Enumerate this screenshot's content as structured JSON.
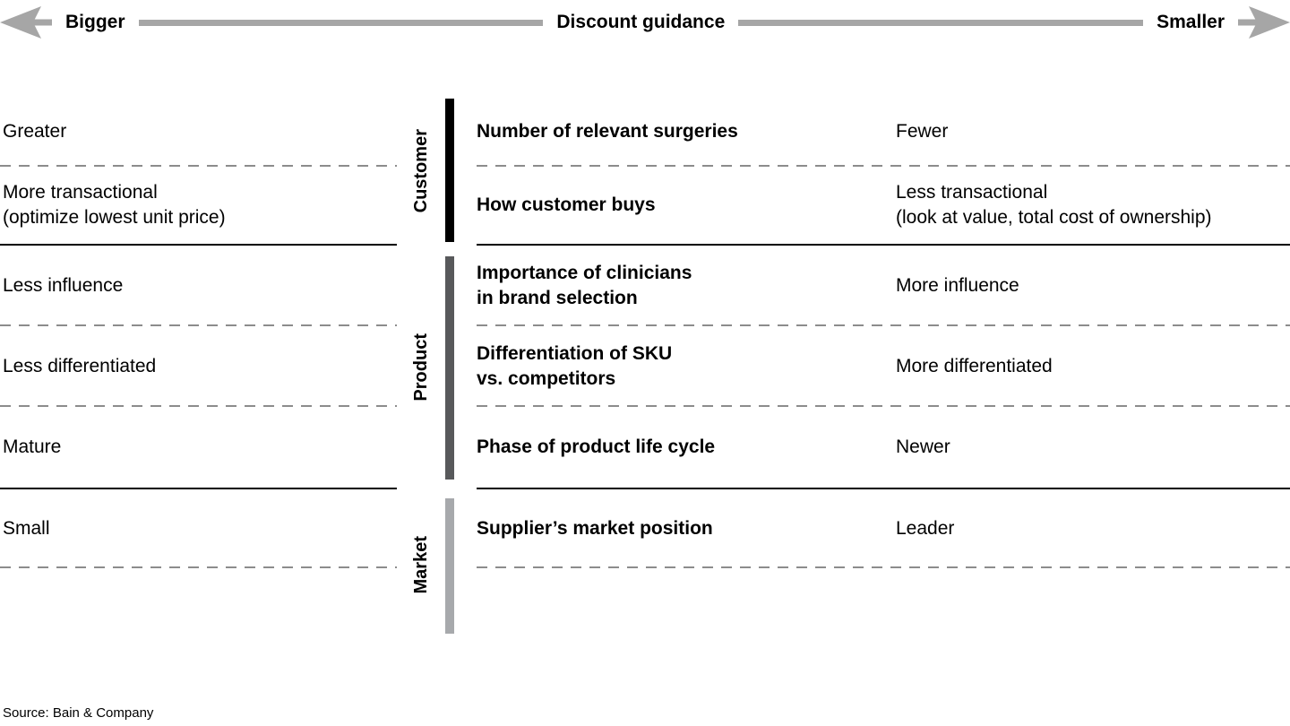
{
  "header": {
    "left_label": "Bigger",
    "center_label": "Discount guidance",
    "right_label": "Smaller",
    "line_color": "#a6a6a6"
  },
  "sections": [
    {
      "label": "Customer",
      "bar_color": "#000000",
      "rows": [
        {
          "left": "Greater",
          "criterion": "Number of relevant surgeries",
          "right": "Fewer"
        },
        {
          "left": "More transactional\n(optimize lowest unit price)",
          "criterion": "How customer buys",
          "right": "Less transactional\n(look at value, total cost of ownership)"
        }
      ]
    },
    {
      "label": "Product",
      "bar_color": "#58595b",
      "rows": [
        {
          "left": "Less influence",
          "criterion": "Importance of clinicians\nin brand selection",
          "right": "More influence"
        },
        {
          "left": "Less differentiated",
          "criterion": "Differentiation of SKU\nvs. competitors",
          "right": "More differentiated"
        },
        {
          "left": "Mature",
          "criterion": "Phase of product life cycle",
          "right": "Newer"
        }
      ]
    },
    {
      "label": "Market",
      "bar_color": "#a7a9ac",
      "rows": [
        {
          "left": "Small",
          "criterion": "Supplier’s market position",
          "right": "Leader"
        }
      ]
    }
  ],
  "source": "Source: Bain & Company"
}
